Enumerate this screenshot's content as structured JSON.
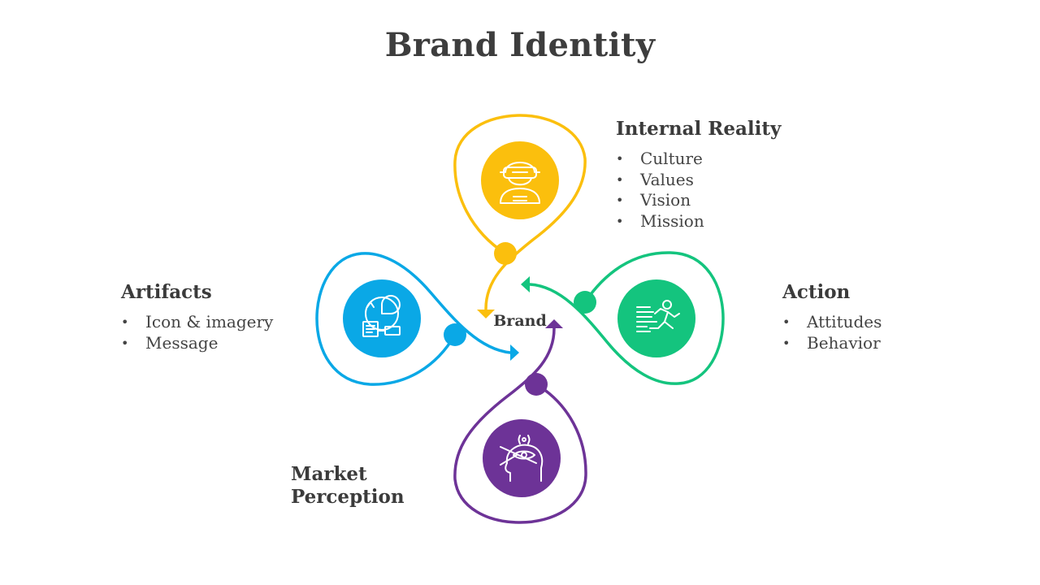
{
  "title": "Brand Identity",
  "center": {
    "label": "Brand"
  },
  "colors": {
    "internal": "#fbbf0d",
    "artifacts": "#0aa8e6",
    "action": "#14c47e",
    "market": "#6d3397"
  },
  "sections": {
    "internal": {
      "heading": "Internal Reality",
      "items": [
        "Culture",
        "Values",
        "Vision",
        "Mission"
      ],
      "icon": "vr-headset-person-icon"
    },
    "artifacts": {
      "heading": "Artifacts",
      "items": [
        "Icon & imagery",
        "Message"
      ],
      "icon": "pie-chart-report-icon"
    },
    "action": {
      "heading": "Action",
      "items": [
        "Attitudes",
        "Behavior"
      ],
      "icon": "running-man-icon"
    },
    "market": {
      "heading": "Market Perception",
      "items": [],
      "icon": "head-eye-perception-icon"
    }
  }
}
